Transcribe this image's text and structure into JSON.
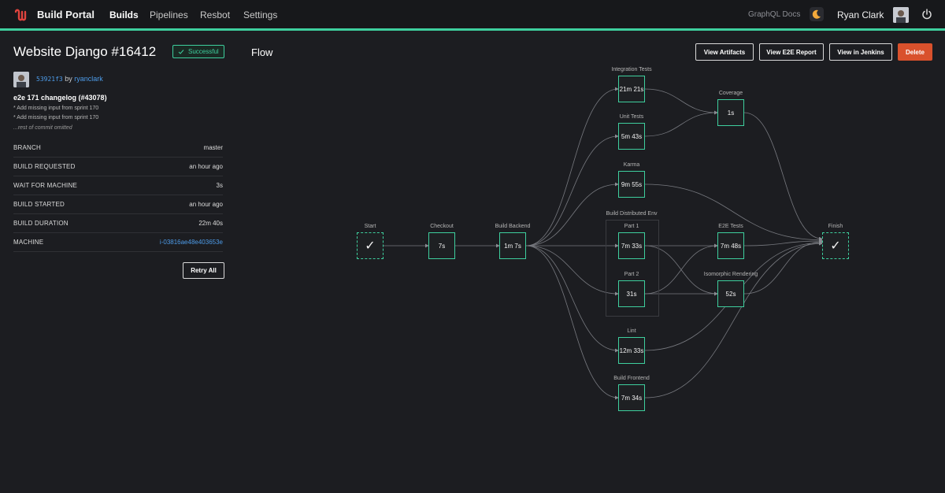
{
  "nav": {
    "brand": "Build Portal",
    "items": [
      "Builds",
      "Pipelines",
      "Resbot",
      "Settings"
    ],
    "active": "Builds",
    "docs_link": "GraphQL Docs",
    "user_name": "Ryan Clark"
  },
  "build": {
    "title": "Website Django #16412",
    "status": "Successful",
    "commit_hash": "53921f3",
    "commit_by": "by",
    "commit_author": "ryanclark",
    "commit_title": "e2e 171 changelog (#43078)",
    "commit_notes": [
      "* Add missing input from sprint 170",
      "* Add missing input from sprint 170",
      "...rest of commit omitted"
    ],
    "details": [
      {
        "key": "BRANCH",
        "value": "master"
      },
      {
        "key": "BUILD REQUESTED",
        "value": "an hour ago"
      },
      {
        "key": "WAIT FOR MACHINE",
        "value": "3s"
      },
      {
        "key": "BUILD STARTED",
        "value": "an hour ago"
      },
      {
        "key": "BUILD DURATION",
        "value": "22m 40s"
      },
      {
        "key": "MACHINE",
        "value": "i-03816ae48e403653e"
      }
    ],
    "retry_label": "Retry All"
  },
  "flow": {
    "label": "Flow",
    "buttons": {
      "artifacts": "View Artifacts",
      "e2e": "View E2E Report",
      "jenkins": "View in Jenkins",
      "delete": "Delete"
    },
    "group_label": "Build Distributed Env",
    "nodes": [
      {
        "id": "start",
        "label": "Start",
        "value": "✓"
      },
      {
        "id": "checkout",
        "label": "Checkout",
        "value": "7s"
      },
      {
        "id": "backend",
        "label": "Build Backend",
        "value": "1m 7s"
      },
      {
        "id": "integration",
        "label": "Integration Tests",
        "value": "21m 21s"
      },
      {
        "id": "unit",
        "label": "Unit Tests",
        "value": "5m 43s"
      },
      {
        "id": "karma",
        "label": "Karma",
        "value": "9m 55s"
      },
      {
        "id": "part1",
        "label": "Part 1",
        "value": "7m 33s"
      },
      {
        "id": "part2",
        "label": "Part 2",
        "value": "31s"
      },
      {
        "id": "lint",
        "label": "Lint",
        "value": "12m 33s"
      },
      {
        "id": "frontend",
        "label": "Build Frontend",
        "value": "7m 34s"
      },
      {
        "id": "coverage",
        "label": "Coverage",
        "value": "1s"
      },
      {
        "id": "e2e",
        "label": "E2E Tests",
        "value": "7m 48s"
      },
      {
        "id": "iso",
        "label": "Isomorphic Rendering",
        "value": "52s"
      },
      {
        "id": "finish",
        "label": "Finish",
        "value": "✓"
      }
    ]
  },
  "colors": {
    "accent": "#3ecf9e",
    "link": "#4d9be8",
    "danger": "#d9512c",
    "background": "#1c1d21"
  }
}
